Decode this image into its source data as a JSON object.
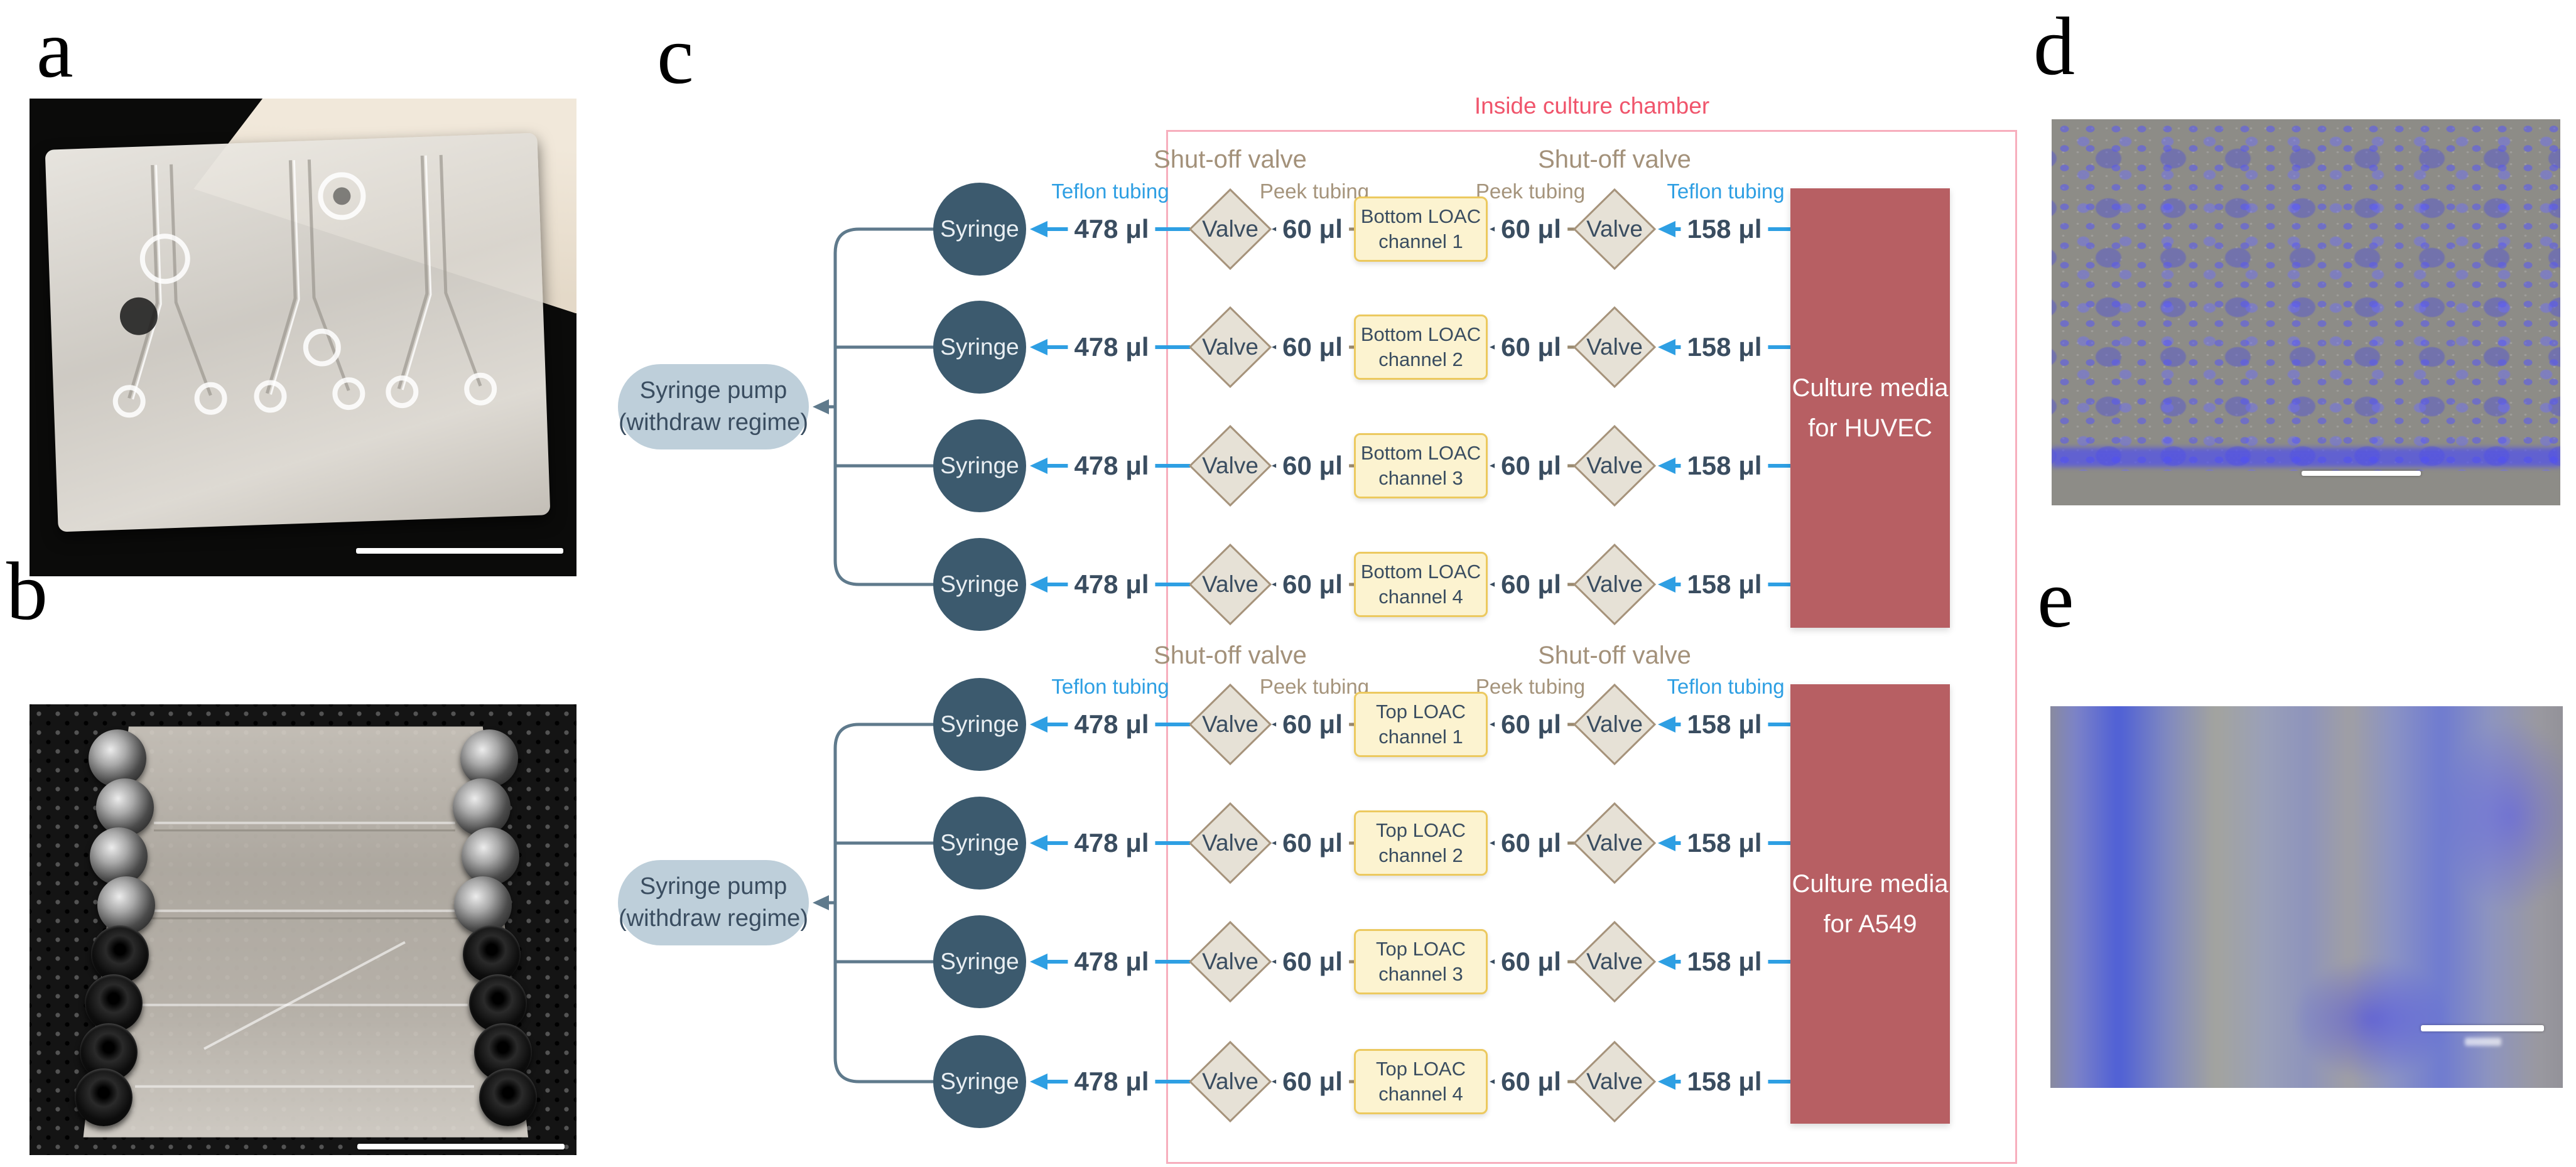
{
  "figure": {
    "letters": {
      "a": "a",
      "b": "b",
      "c": "c",
      "d": "d",
      "e": "e"
    }
  },
  "diagram": {
    "chamber_label": "Inside culture chamber",
    "shutoff_valve_label": "Shut-off valve",
    "teflon_tubing_label": "Teflon tubing",
    "peek_tubing_label": "Peek tubing",
    "syringe_label": "Syringe",
    "valve_label": "Valve",
    "volumes": {
      "syringe_to_valve": "478 μl",
      "valve_to_channel": "60 μl",
      "media_to_valve": "158 μl"
    },
    "groups": [
      {
        "pump_line1": "Syringe pump",
        "pump_line2": "(withdraw regime)",
        "media_line1": "Culture media",
        "media_line2": "for HUVEC",
        "channels": [
          {
            "line1": "Bottom LOAC",
            "line2": "channel 1"
          },
          {
            "line1": "Bottom LOAC",
            "line2": "channel 2"
          },
          {
            "line1": "Bottom LOAC",
            "line2": "channel 3"
          },
          {
            "line1": "Bottom LOAC",
            "line2": "channel 4"
          }
        ]
      },
      {
        "pump_line1": "Syringe pump",
        "pump_line2": "(withdraw regime)",
        "media_line1": "Culture media",
        "media_line2": "for A549",
        "channels": [
          {
            "line1": "Top LOAC",
            "line2": "channel 1"
          },
          {
            "line1": "Top LOAC",
            "line2": "channel 2"
          },
          {
            "line1": "Top LOAC",
            "line2": "channel 3"
          },
          {
            "line1": "Top LOAC",
            "line2": "channel 4"
          }
        ]
      }
    ],
    "colors": {
      "tubing_blue": "#2E9FE3",
      "peek_line_brown": "#9A8A70",
      "text_navy": "#3A4D60",
      "valve_fill": "#E6E1D6",
      "valve_border": "#A6937B",
      "syringe_fill": "#3C5A6E",
      "pump_fill": "#BECFDA",
      "channel_fill": "#FCF3D0",
      "channel_border": "#ECC95F",
      "media_fill": "#B75F63",
      "chamber_text_pink": "#F0556C",
      "chamber_border_pink": "#F7AEBD",
      "connector_slate": "#5F7A8C"
    }
  }
}
